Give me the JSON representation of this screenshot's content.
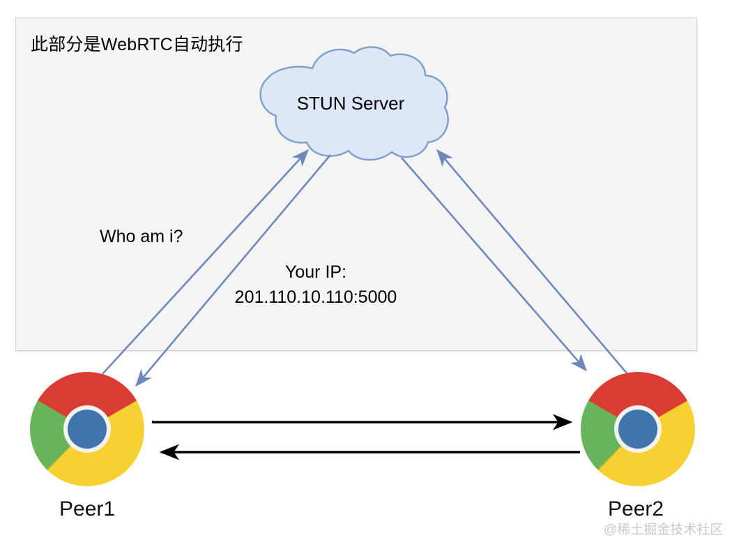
{
  "diagram": {
    "title": "WebRTC STUN discovery diagram",
    "panel": {
      "title": "此部分是WebRTC自动执行",
      "fill": "#f4f4f4",
      "border": "#d0d0d0"
    },
    "cloud": {
      "label": "STUN Server",
      "fill": "#dde7f8",
      "stroke": "#7d9ec9"
    },
    "labels": {
      "who_am_i": "Who am i?",
      "your_ip_line1": "Your IP:",
      "your_ip_line2": "201.110.10.110:5000"
    },
    "peers": [
      {
        "id": "peer1",
        "label": "Peer1",
        "icon": "chrome-logo"
      },
      {
        "id": "peer2",
        "label": "Peer2",
        "icon": "chrome-logo"
      }
    ],
    "chrome_colors": {
      "red": "#d93c33",
      "green": "#67b45a",
      "yellow": "#f6d131",
      "blue": "#3f74ac",
      "ring": "#f2f2f2"
    },
    "arrows": {
      "stun_color": "#6f88bc",
      "peer_color": "#000000",
      "items": [
        {
          "name": "peer1-to-stun",
          "from": "Peer1",
          "to": "STUN Server",
          "color": "#6f88bc"
        },
        {
          "name": "stun-to-peer1",
          "from": "STUN Server",
          "to": "Peer1",
          "color": "#6f88bc"
        },
        {
          "name": "peer2-to-stun",
          "from": "Peer2",
          "to": "STUN Server",
          "color": "#6f88bc"
        },
        {
          "name": "stun-to-peer2",
          "from": "STUN Server",
          "to": "Peer2",
          "color": "#6f88bc"
        },
        {
          "name": "peer1-to-peer2",
          "from": "Peer1",
          "to": "Peer2",
          "color": "#000000"
        },
        {
          "name": "peer2-to-peer1",
          "from": "Peer2",
          "to": "Peer1",
          "color": "#000000"
        }
      ]
    },
    "watermark": "@稀土掘金技术社区"
  }
}
